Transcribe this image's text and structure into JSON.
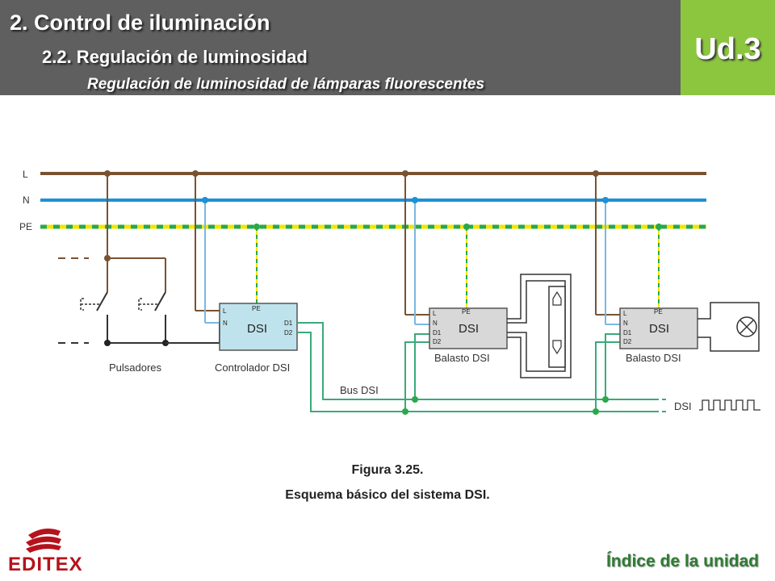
{
  "header": {
    "title": "2. Control de iluminación",
    "subtitle": "2.2. Regulación de luminosidad",
    "section": "Regulación de luminosidad de lámparas fluorescentes",
    "unit": "Ud.3"
  },
  "diagram": {
    "lines": {
      "L": "L",
      "N": "N",
      "PE": "PE"
    },
    "pulsadores_label": "Pulsadores",
    "controller": {
      "name": "DSI",
      "label": "Controlador DSI",
      "pin_l": "L",
      "pin_n": "N",
      "pin_pe": "PE",
      "pin_d1": "D1",
      "pin_d2": "D2"
    },
    "ballast1": {
      "name": "DSI",
      "label": "Balasto DSI",
      "pin_l": "L",
      "pin_n": "N",
      "pin_d1": "D1",
      "pin_d2": "D2",
      "pin_pe": "PE"
    },
    "ballast2": {
      "name": "DSI",
      "label": "Balasto DSI",
      "pin_l": "L",
      "pin_n": "N",
      "pin_d1": "D1",
      "pin_d2": "D2",
      "pin_pe": "PE"
    },
    "bus_label": "Bus DSI",
    "signal_label": "DSI",
    "colors": {
      "L": "#7a5231",
      "N": "#1e90d6",
      "PE_yellow": "#f2e600",
      "PE_green": "#2aa84a",
      "bus": "#3aaa7a",
      "controller_fill": "#bfe3ec",
      "ballast_fill": "#d8d8d8"
    }
  },
  "caption": {
    "figure": "Figura 3.25.",
    "description": "Esquema básico del sistema DSI."
  },
  "footer": {
    "logo": "EDITEX",
    "index_link": "Índice de la unidad"
  }
}
